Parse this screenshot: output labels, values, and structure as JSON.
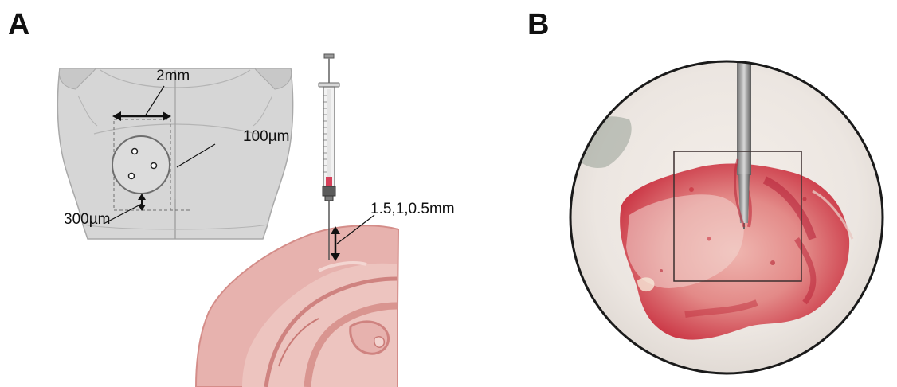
{
  "panels": {
    "a": {
      "label": "A"
    },
    "b": {
      "label": "B"
    }
  },
  "annotations": {
    "craniotomy_width": "2mm",
    "midline_offset": "100µm",
    "posterior_offset": "300µm",
    "injection_depths": "1.5,1,0.5mm"
  },
  "colors": {
    "skull_fill": "#d6d6d6",
    "skull_outline": "#a9a9a9",
    "brain_outer": "#e7b2ae",
    "brain_mid": "#d99590",
    "brain_dark": "#c97a76",
    "tissue_red": "#c93843",
    "microscope_border": "#1a1a1a"
  },
  "icons": [
    "syringe-icon",
    "double-arrow-icon"
  ]
}
